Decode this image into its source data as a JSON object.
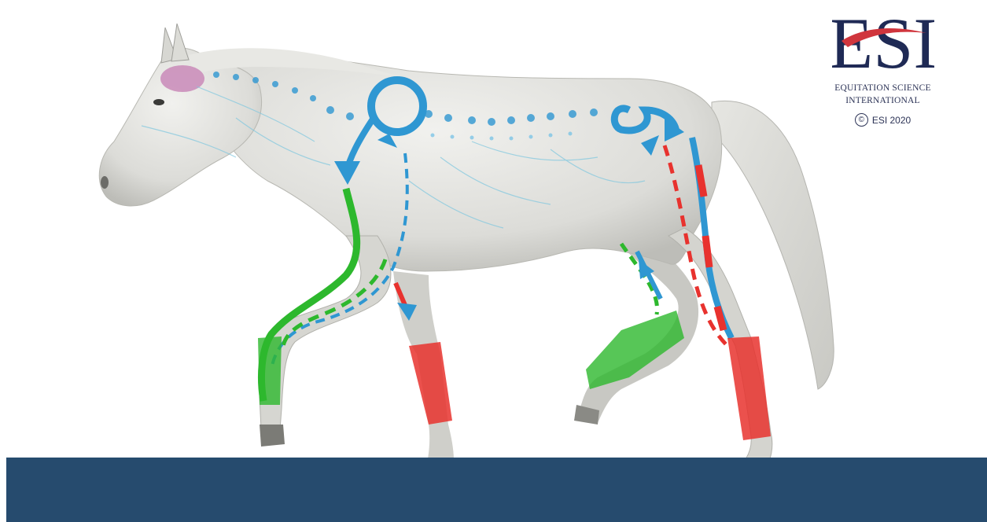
{
  "logo": {
    "letters": "ESI",
    "name_line1": "EQUITATION SCIENCE",
    "name_line2": "INTERNATIONAL",
    "copyright_symbol": "©",
    "copyright_text": "ESI 2020"
  },
  "colors": {
    "ground": "#264b6e",
    "nerve_blue": "#2f97d2",
    "flexor_green": "#2db82d",
    "extensor_red": "#e8322e",
    "brain_pink": "#c98ab8",
    "logo_navy": "#1f2a55",
    "logo_red": "#d0353d"
  },
  "scene": {
    "subject": "grey-horse-trotting",
    "icons": [
      "brain-icon",
      "spinal-loop-front-icon",
      "spinal-loop-rear-icon"
    ]
  }
}
